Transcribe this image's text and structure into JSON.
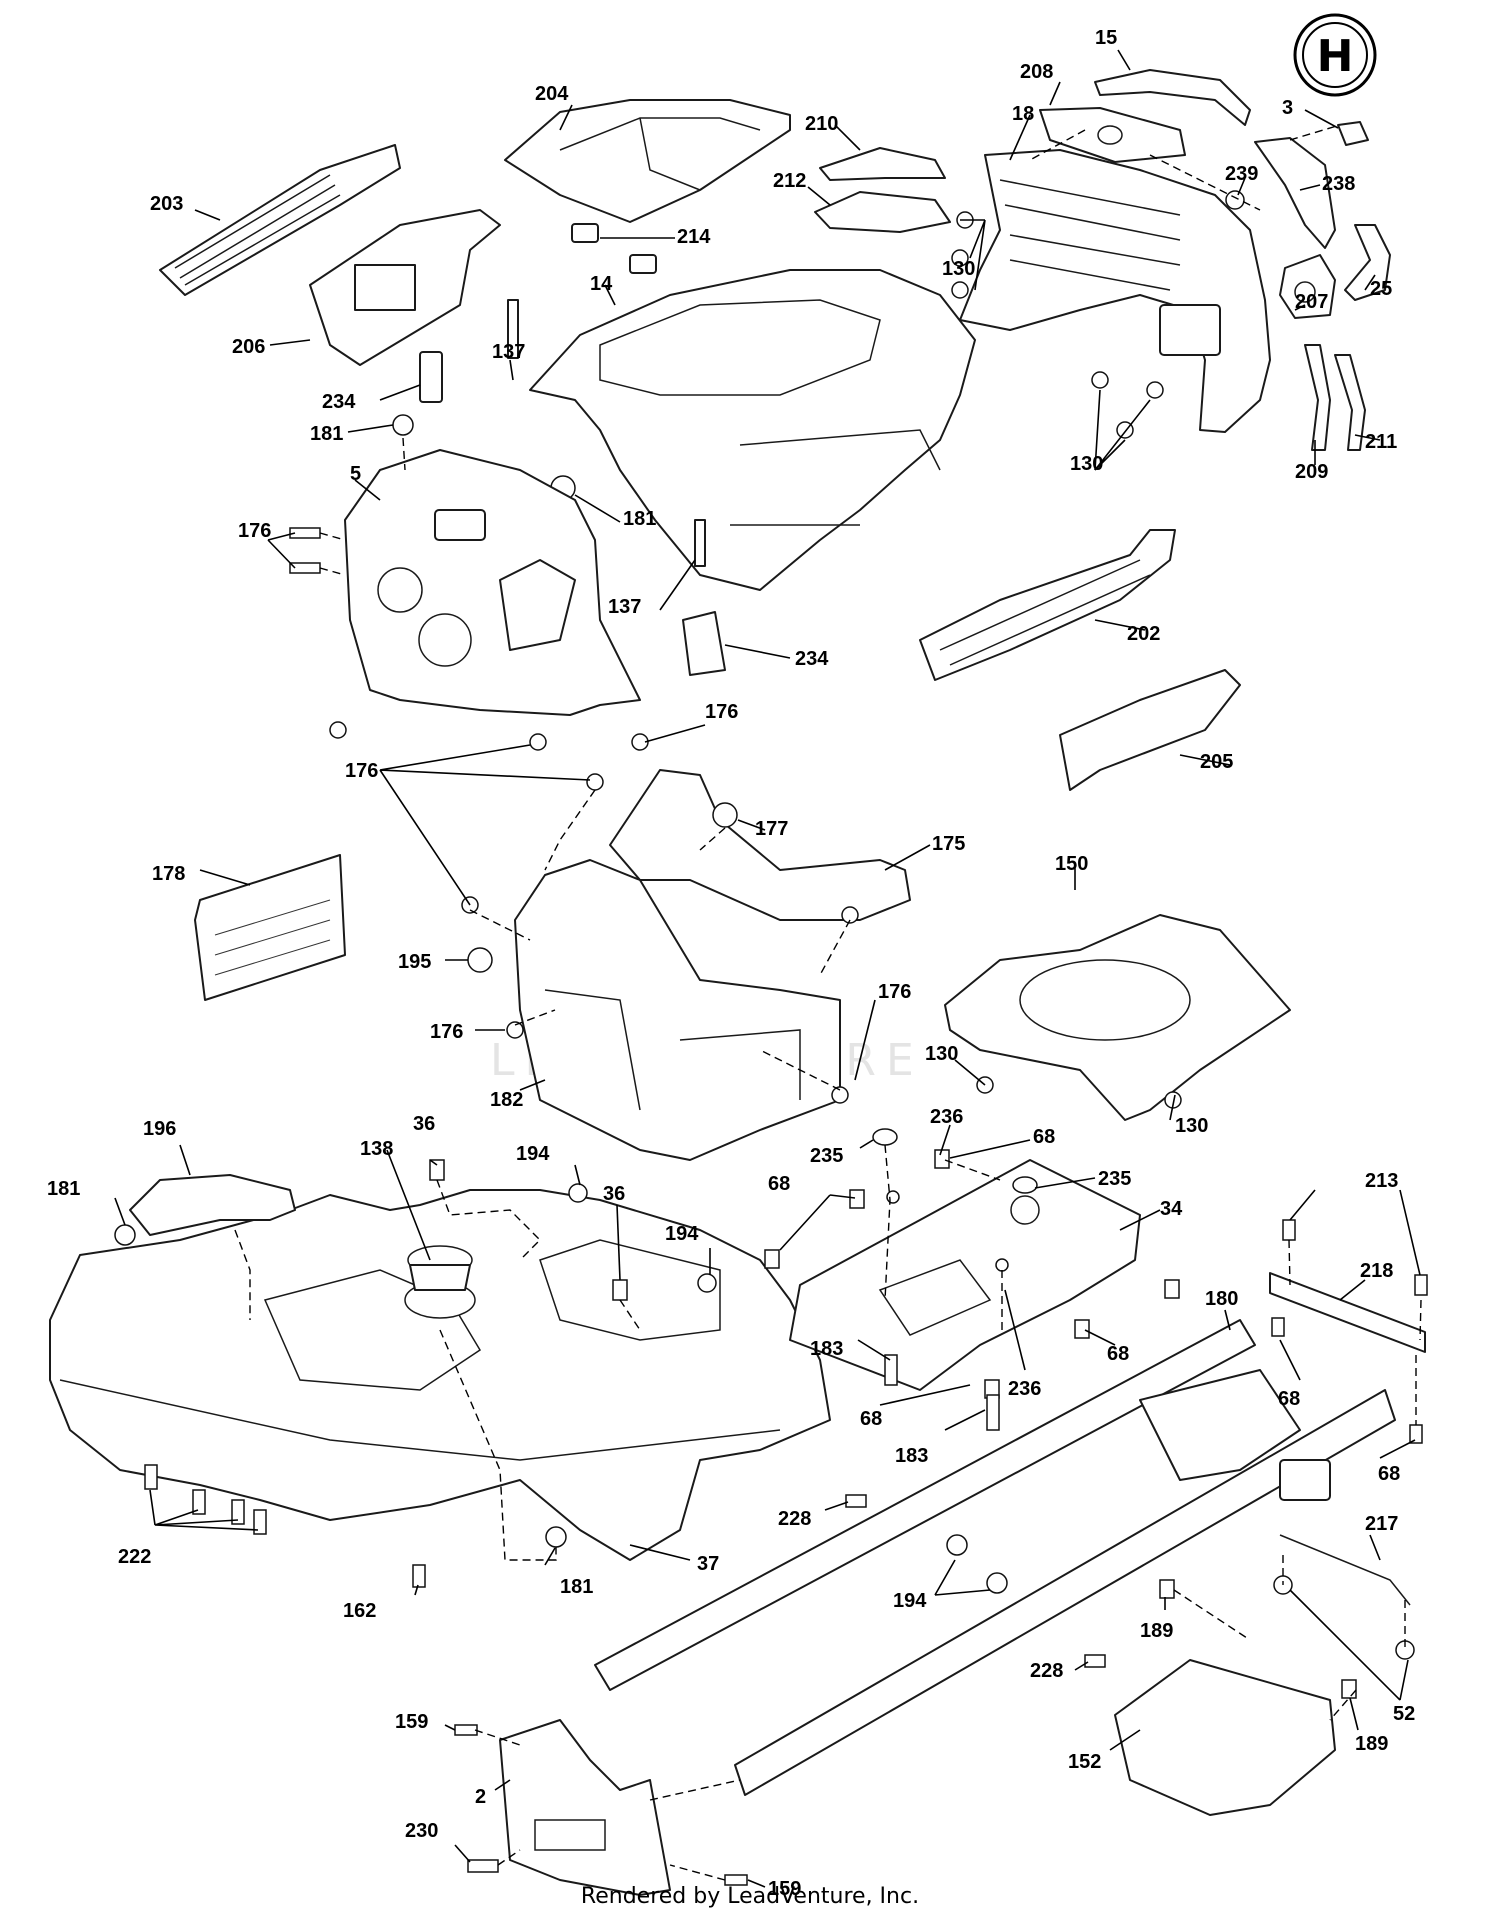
{
  "watermark": "LEADVENTURE",
  "footer": "Rendered by LeadVenture, Inc.",
  "logo": {
    "name": "husqvarna-crown-logo",
    "letter": "H"
  },
  "callouts": [
    "15",
    "208",
    "18",
    "3",
    "204",
    "210",
    "239",
    "238",
    "212",
    "203",
    "214",
    "130",
    "14",
    "207",
    "25",
    "206",
    "137",
    "234",
    "181",
    "130",
    "209",
    "211",
    "5",
    "181",
    "176",
    "137",
    "234",
    "202",
    "176",
    "205",
    "176",
    "177",
    "175",
    "178",
    "150",
    "195",
    "176",
    "176",
    "130",
    "182",
    "236",
    "68",
    "235",
    "130",
    "196",
    "138",
    "36",
    "194",
    "181",
    "36",
    "235",
    "194",
    "68",
    "34",
    "213",
    "218",
    "180",
    "183",
    "68",
    "68",
    "68",
    "236",
    "183",
    "222",
    "228",
    "68",
    "217",
    "181",
    "37",
    "194",
    "162",
    "189",
    "228",
    "52",
    "159",
    "189",
    "152",
    "2",
    "230",
    "159"
  ]
}
